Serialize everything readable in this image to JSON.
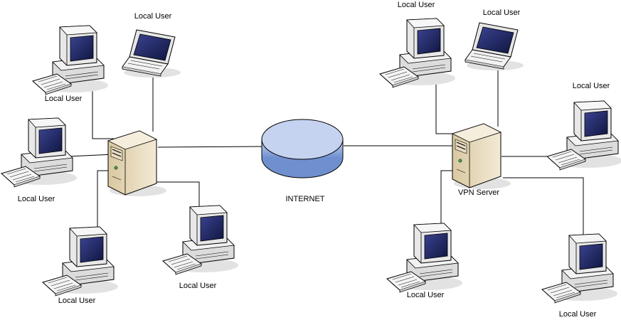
{
  "diagram": {
    "labels": {
      "local_user": "Local User",
      "internet": "INTERNET",
      "vpn_server": "VPN Server"
    },
    "colors": {
      "line": "#000000",
      "monitor_body": "#e9e9e9",
      "screen": "#2a2f6e",
      "cloud_fill": "#9fb6e2",
      "cloud_top": "#c5d3f0",
      "server_body": "#e9dcc0",
      "shadow": "#d9d9d9"
    }
  }
}
